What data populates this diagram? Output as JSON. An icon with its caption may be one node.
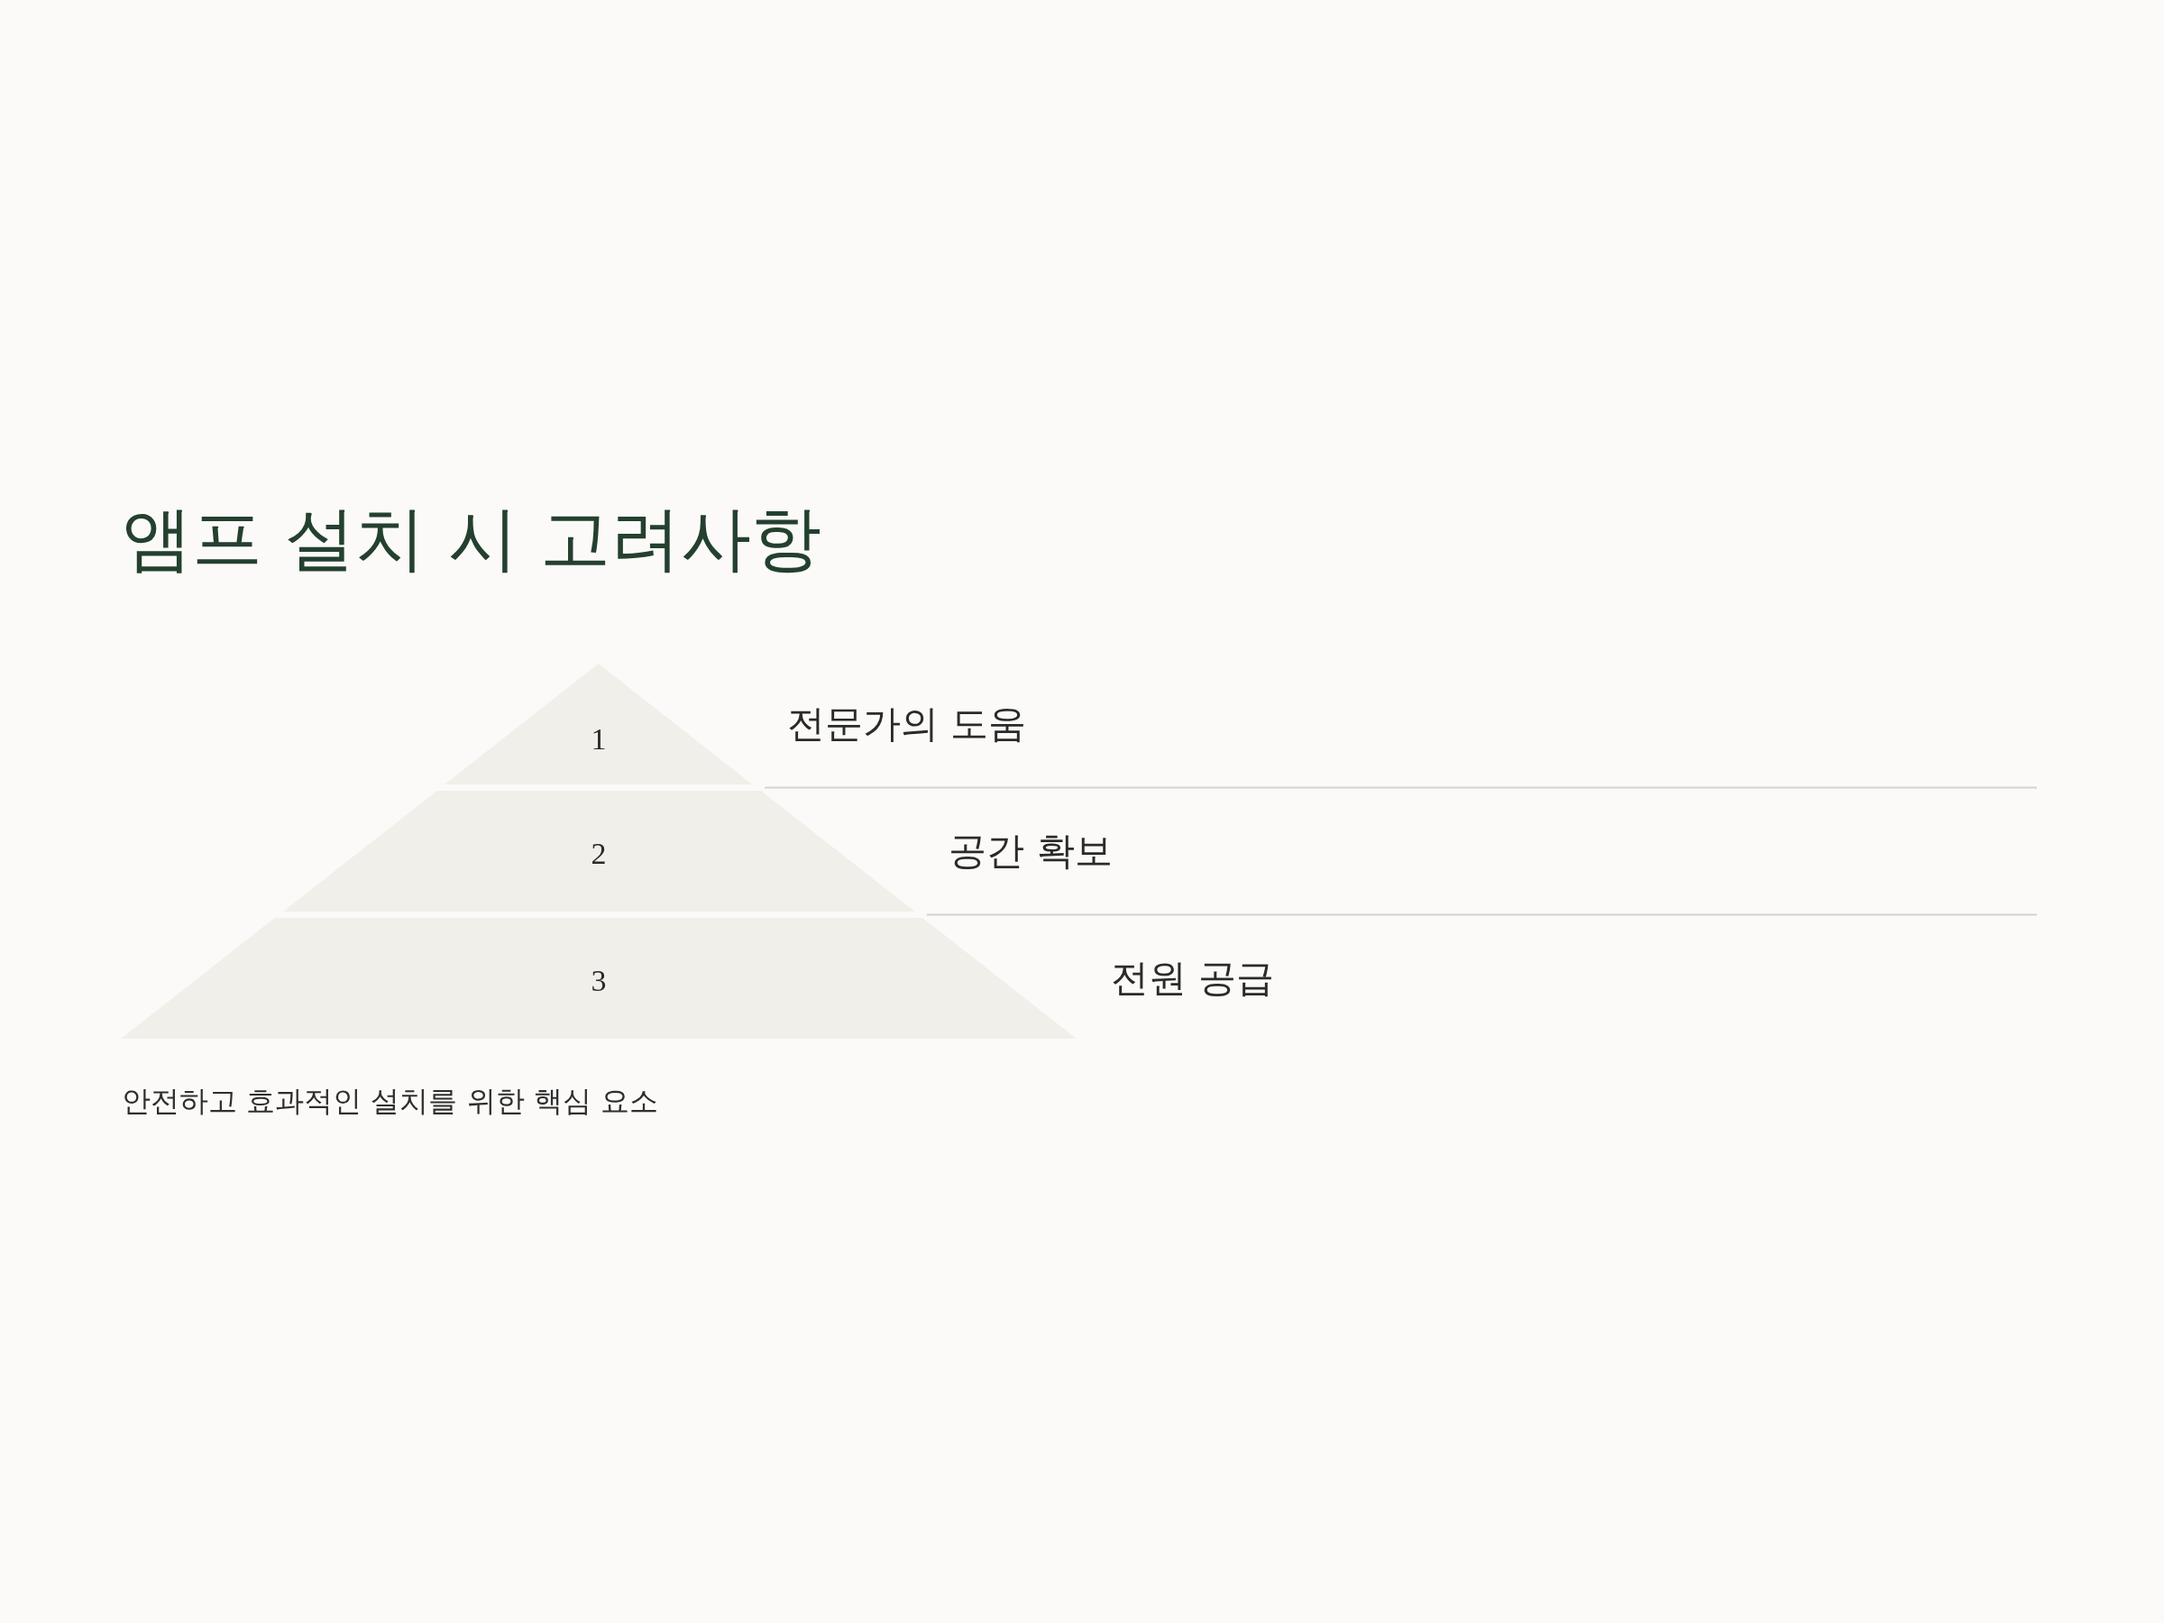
{
  "diagram": {
    "title": "앰프 설치 시 고려사항",
    "caption": "안전하고 효과적인 설치를 위한 핵심 요소",
    "nodes": [
      {
        "text": [
          "1"
        ],
        "beside": [
          "전문가의 도움"
        ]
      },
      {
        "text": [
          "2"
        ],
        "beside": [
          "공간 확보"
        ]
      },
      {
        "text": [
          "3"
        ],
        "beside": [
          "전원 공급"
        ]
      }
    ]
  }
}
